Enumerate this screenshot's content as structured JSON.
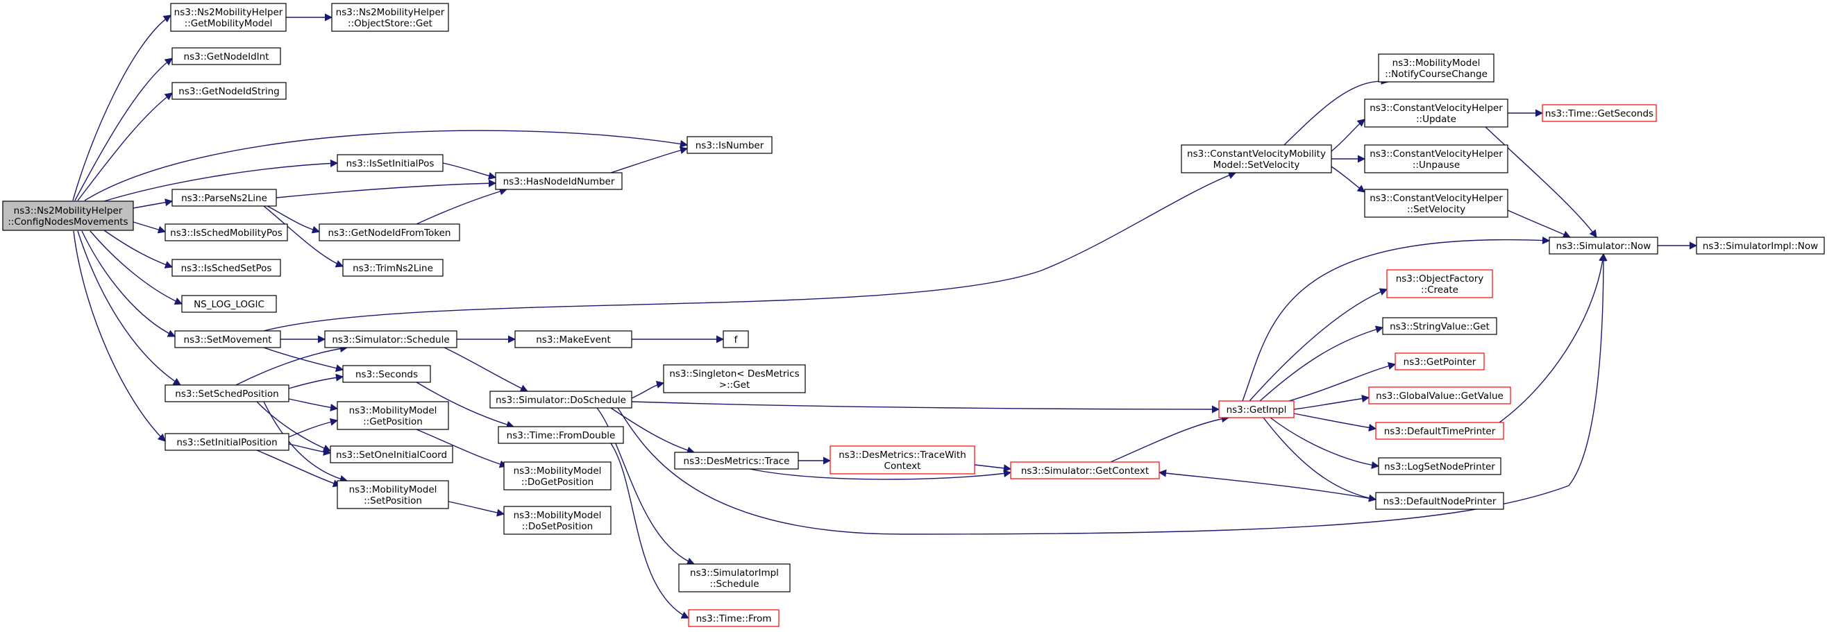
{
  "colors": {
    "edge": "#191970",
    "normal_border": "#000000",
    "truncated_border": "#ff0000",
    "root_fill": "#bfbfbf",
    "node_fill": "#ffffff"
  },
  "nodes": [
    {
      "id": "root",
      "lines": [
        "ns3::Ns2MobilityHelper",
        "::ConfigNodesMovements"
      ],
      "style": "root"
    },
    {
      "id": "getMobModel",
      "lines": [
        "ns3::Ns2MobilityHelper",
        "::GetMobilityModel"
      ],
      "style": "normal"
    },
    {
      "id": "objStoreGet",
      "lines": [
        "ns3::Ns2MobilityHelper",
        "::ObjectStore::Get"
      ],
      "style": "normal"
    },
    {
      "id": "getNodeIdInt",
      "lines": [
        "ns3::GetNodeIdInt"
      ],
      "style": "normal"
    },
    {
      "id": "getNodeIdString",
      "lines": [
        "ns3::GetNodeIdString"
      ],
      "style": "normal"
    },
    {
      "id": "isNumber",
      "lines": [
        "ns3::IsNumber"
      ],
      "style": "normal"
    },
    {
      "id": "isSetInitialPos",
      "lines": [
        "ns3::IsSetInitialPos"
      ],
      "style": "normal"
    },
    {
      "id": "hasNodeIdNumber",
      "lines": [
        "ns3::HasNodeIdNumber"
      ],
      "style": "normal"
    },
    {
      "id": "parseNs2Line",
      "lines": [
        "ns3::ParseNs2Line"
      ],
      "style": "normal"
    },
    {
      "id": "getNodeIdFromToken",
      "lines": [
        "ns3::GetNodeIdFromToken"
      ],
      "style": "normal"
    },
    {
      "id": "trimNs2Line",
      "lines": [
        "ns3::TrimNs2Line"
      ],
      "style": "normal"
    },
    {
      "id": "isSchedMobilityPos",
      "lines": [
        "ns3::IsSchedMobilityPos"
      ],
      "style": "normal"
    },
    {
      "id": "isSchedSetPos",
      "lines": [
        "ns3::IsSchedSetPos"
      ],
      "style": "normal"
    },
    {
      "id": "nsLogLogic",
      "lines": [
        "NS_LOG_LOGIC"
      ],
      "style": "normal"
    },
    {
      "id": "setMovement",
      "lines": [
        "ns3::SetMovement"
      ],
      "style": "normal"
    },
    {
      "id": "simSchedule",
      "lines": [
        "ns3::Simulator::Schedule"
      ],
      "style": "normal"
    },
    {
      "id": "makeEvent",
      "lines": [
        "ns3::MakeEvent"
      ],
      "style": "normal"
    },
    {
      "id": "f",
      "lines": [
        "f"
      ],
      "style": "normal"
    },
    {
      "id": "setSchedPosition",
      "lines": [
        "ns3::SetSchedPosition"
      ],
      "style": "normal"
    },
    {
      "id": "seconds",
      "lines": [
        "ns3::Seconds"
      ],
      "style": "normal"
    },
    {
      "id": "simDoSchedule",
      "lines": [
        "ns3::Simulator::DoSchedule"
      ],
      "style": "normal"
    },
    {
      "id": "singletonGet",
      "lines": [
        "ns3::Singleton< DesMetrics",
        ">::Get"
      ],
      "style": "normal"
    },
    {
      "id": "mobGetPosition",
      "lines": [
        "ns3::MobilityModel",
        "::GetPosition"
      ],
      "style": "normal"
    },
    {
      "id": "setInitialPosition",
      "lines": [
        "ns3::SetInitialPosition"
      ],
      "style": "normal"
    },
    {
      "id": "timeFromDouble",
      "lines": [
        "ns3::Time::FromDouble"
      ],
      "style": "normal"
    },
    {
      "id": "setOneInitialCoord",
      "lines": [
        "ns3::SetOneInitialCoord"
      ],
      "style": "normal"
    },
    {
      "id": "desMetricsTrace",
      "lines": [
        "ns3::DesMetrics::Trace"
      ],
      "style": "normal"
    },
    {
      "id": "mobDoGetPosition",
      "lines": [
        "ns3::MobilityModel",
        "::DoGetPosition"
      ],
      "style": "normal"
    },
    {
      "id": "mobSetPosition",
      "lines": [
        "ns3::MobilityModel",
        "::SetPosition"
      ],
      "style": "normal"
    },
    {
      "id": "mobDoSetPosition",
      "lines": [
        "ns3::MobilityModel",
        "::DoSetPosition"
      ],
      "style": "normal"
    },
    {
      "id": "simImplSchedule",
      "lines": [
        "ns3::SimulatorImpl",
        "::Schedule"
      ],
      "style": "normal"
    },
    {
      "id": "timeFrom",
      "lines": [
        "ns3::Time::From"
      ],
      "style": "truncated"
    },
    {
      "id": "traceWithContext",
      "lines": [
        "ns3::DesMetrics::TraceWith",
        "Context"
      ],
      "style": "truncated"
    },
    {
      "id": "simGetContext",
      "lines": [
        "ns3::Simulator::GetContext"
      ],
      "style": "truncated"
    },
    {
      "id": "getImpl",
      "lines": [
        "ns3::GetImpl"
      ],
      "style": "truncated"
    },
    {
      "id": "cvmSetVelocity",
      "lines": [
        "ns3::ConstantVelocityMobility",
        "Model::SetVelocity"
      ],
      "style": "normal"
    },
    {
      "id": "notifyCourseChange",
      "lines": [
        "ns3::MobilityModel",
        "::NotifyCourseChange"
      ],
      "style": "normal"
    },
    {
      "id": "cvhUpdate",
      "lines": [
        "ns3::ConstantVelocityHelper",
        "::Update"
      ],
      "style": "normal"
    },
    {
      "id": "timeGetSeconds",
      "lines": [
        "ns3::Time::GetSeconds"
      ],
      "style": "truncated"
    },
    {
      "id": "cvhUnpause",
      "lines": [
        "ns3::ConstantVelocityHelper",
        "::Unpause"
      ],
      "style": "normal"
    },
    {
      "id": "cvhSetVelocity",
      "lines": [
        "ns3::ConstantVelocityHelper",
        "::SetVelocity"
      ],
      "style": "normal"
    },
    {
      "id": "simNow",
      "lines": [
        "ns3::Simulator::Now"
      ],
      "style": "normal"
    },
    {
      "id": "simImplNow",
      "lines": [
        "ns3::SimulatorImpl::Now"
      ],
      "style": "normal"
    },
    {
      "id": "objFactoryCreate",
      "lines": [
        "ns3::ObjectFactory",
        "::Create"
      ],
      "style": "truncated"
    },
    {
      "id": "stringValueGet",
      "lines": [
        "ns3::StringValue::Get"
      ],
      "style": "normal"
    },
    {
      "id": "getPointer",
      "lines": [
        "ns3::GetPointer"
      ],
      "style": "truncated"
    },
    {
      "id": "globalValueGetValue",
      "lines": [
        "ns3::GlobalValue::GetValue"
      ],
      "style": "truncated"
    },
    {
      "id": "defaultTimePrinter",
      "lines": [
        "ns3::DefaultTimePrinter"
      ],
      "style": "truncated"
    },
    {
      "id": "logSetNodePrinter",
      "lines": [
        "ns3::LogSetNodePrinter"
      ],
      "style": "normal"
    },
    {
      "id": "defaultNodePrinter",
      "lines": [
        "ns3::DefaultNodePrinter"
      ],
      "style": "normal"
    }
  ]
}
